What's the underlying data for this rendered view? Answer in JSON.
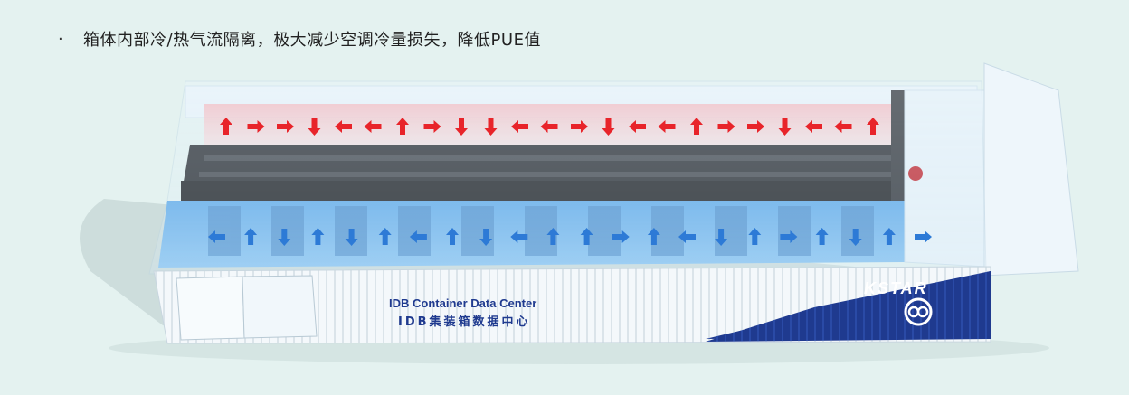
{
  "headline": {
    "bullet": "·",
    "text": "箱体内部冷/热气流隔离，极大减少空调冷量损失，降低PUE值"
  },
  "container": {
    "title_en": "IDB Container Data Center",
    "title_zh": "IDB集装箱数据中心",
    "brand": "KSTAR"
  },
  "colors": {
    "background": "#e4f2f0",
    "hot_air": "#e8242a",
    "cold_air": "#2d7ad6",
    "brand_panel": "#1f3a8f"
  },
  "airflow": {
    "hot_row": [
      "up",
      "right",
      "right",
      "down",
      "left",
      "left",
      "up",
      "right",
      "down",
      "down",
      "left",
      "left",
      "right",
      "down",
      "left",
      "left",
      "up",
      "right",
      "right",
      "down",
      "left",
      "left",
      "up"
    ],
    "cold_row": [
      "left",
      "up",
      "down",
      "up",
      "down",
      "up",
      "left",
      "up",
      "down",
      "left",
      "up",
      "up",
      "right",
      "up",
      "left",
      "down",
      "up",
      "right",
      "up",
      "down",
      "up",
      "right"
    ]
  }
}
